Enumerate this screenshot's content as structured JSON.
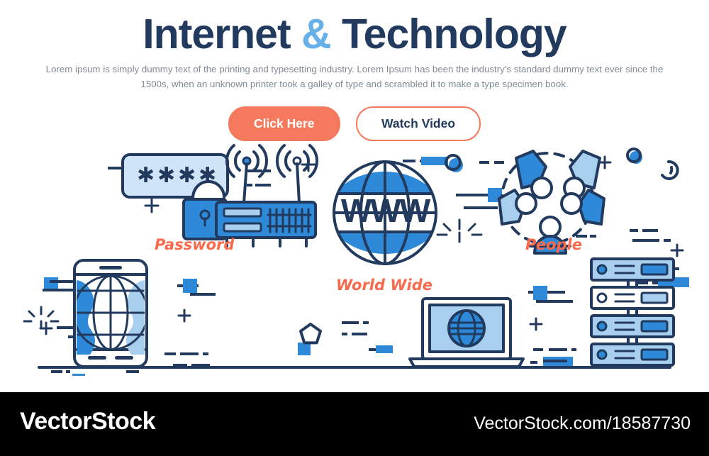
{
  "header": {
    "title_part1": "Internet ",
    "title_amp": "&",
    "title_part2": " Technology",
    "subtitle": "Lorem ipsum is simply dummy text of the printing and typesetting industry. Lorem Ipsum has been the industry's standard dummy text ever since the 1500s, when an unknown printer took a galley of type and scrambled it to make a type specimen book."
  },
  "buttons": {
    "primary_label": "Click Here",
    "secondary_label": "Watch Video"
  },
  "illustration": {
    "password": {
      "label": "Password",
      "field_value": "✱✱✱✱",
      "icon": "padlock-open-icon"
    },
    "globe": {
      "label": "World Wide",
      "text": "WWW",
      "icon": "www-globe-icon"
    },
    "people": {
      "label": "People",
      "icon": "people-group-icon"
    },
    "smartphone": {
      "icon": "smartphone-global-communication-icon"
    },
    "router": {
      "icon": "wifi-router-icon"
    },
    "laptop": {
      "icon": "laptop-globe-icon"
    },
    "server": {
      "icon": "server-rack-icon"
    }
  },
  "footer": {
    "brand": "VectorStock",
    "url": "VectorStock.com/18587730"
  },
  "colors": {
    "navy": "#223a5e",
    "blue": "#2e8ad8",
    "light_blue": "#a8cfee",
    "pale_blue": "#cfe4f7",
    "coral": "#f4795d",
    "amp_blue": "#68b1e8",
    "footer_bg": "#000000",
    "subtitle_gray": "#7f8b96"
  }
}
